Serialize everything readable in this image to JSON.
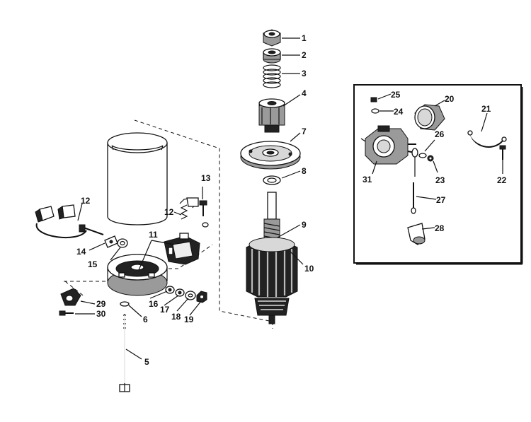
{
  "callouts": {
    "p1": "1",
    "p2": "2",
    "p3": "3",
    "p4": "4",
    "p5": "5",
    "p6": "6",
    "p7": "7",
    "p8": "8",
    "p9": "9",
    "p10": "10",
    "p11": "11",
    "p12a": "12",
    "p12b": "12",
    "p13": "13",
    "p14": "14",
    "p15": "15",
    "p16": "16",
    "p17": "17",
    "p18": "18",
    "p19": "19",
    "p20": "20",
    "p21": "21",
    "p22": "22",
    "p23": "23",
    "p24": "24",
    "p25": "25",
    "p26": "26",
    "p27": "27",
    "p28": "28",
    "p29": "29",
    "p30": "30",
    "p31": "31"
  }
}
